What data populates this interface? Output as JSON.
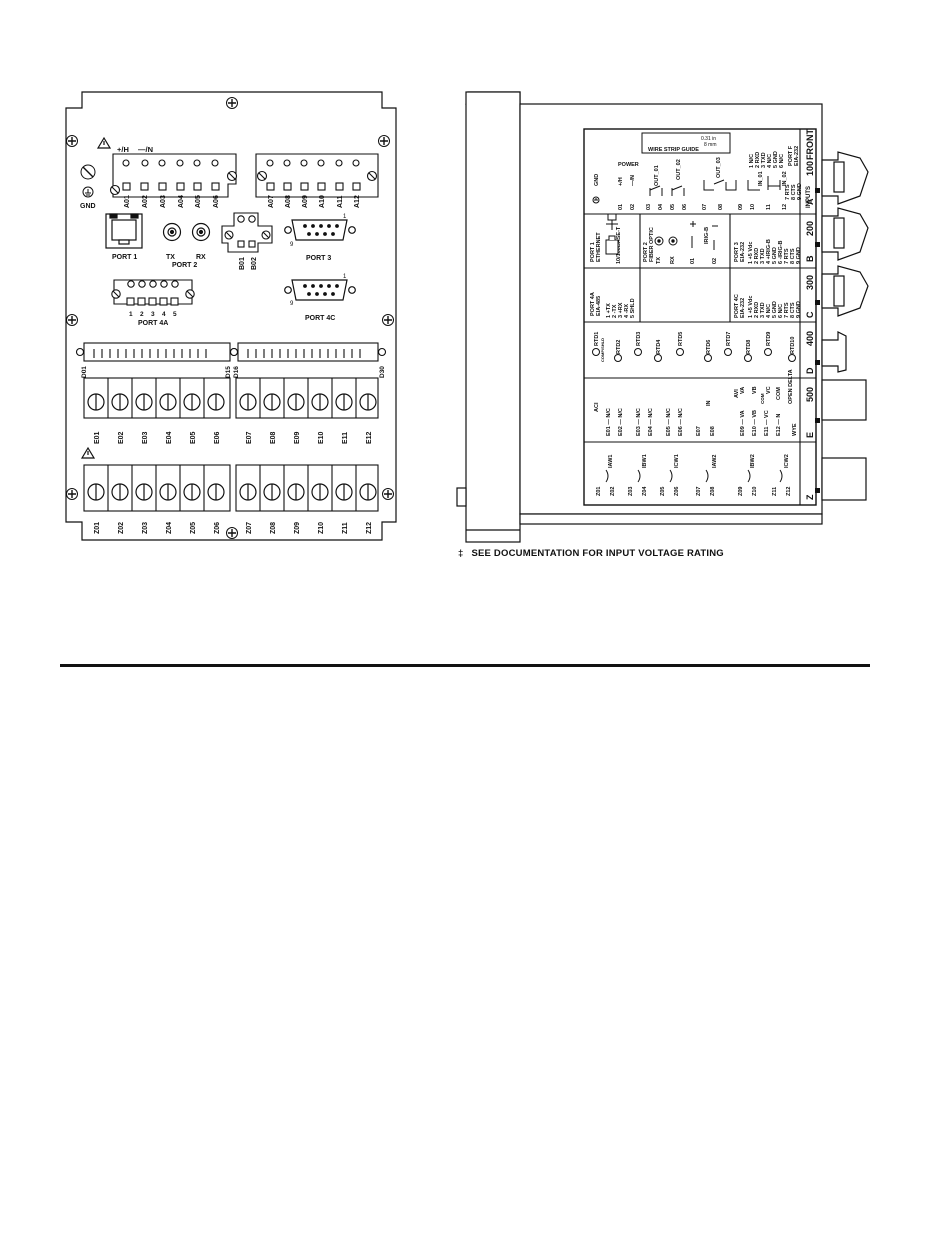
{
  "rear": {
    "power_plus": "+/H",
    "power_minus": "—/N",
    "gnd": "GND",
    "a_left": [
      "A01",
      "A02",
      "A03",
      "A04",
      "A05",
      "A06"
    ],
    "a_right": [
      "A07",
      "A08",
      "A09",
      "A10",
      "A11",
      "A12"
    ],
    "port1": "PORT 1",
    "tx": "TX",
    "rx": "RX",
    "port2": "PORT 2",
    "b01": "B01",
    "b02": "B02",
    "port3": "PORT 3",
    "port3_pin1": "1",
    "port3_pin9": "9",
    "port4a": "PORT 4A",
    "port4a_pins": [
      "1",
      "2",
      "3",
      "4",
      "5"
    ],
    "port4c": "PORT 4C",
    "port4c_pin1": "1",
    "port4c_pin9": "9",
    "d01": "D01",
    "d15": "D15",
    "d16": "D16",
    "d30": "D30",
    "e_left": [
      "E01",
      "E02",
      "E03",
      "E04",
      "E05",
      "E06"
    ],
    "e_right": [
      "E07",
      "E08",
      "E09",
      "E10",
      "E11",
      "E12"
    ],
    "z_left": [
      "Z01",
      "Z02",
      "Z03",
      "Z04",
      "Z05",
      "Z06"
    ],
    "z_right": [
      "Z07",
      "Z08",
      "Z09",
      "Z10",
      "Z11",
      "Z12"
    ]
  },
  "side": {
    "front": "FRONT",
    "slots": [
      {
        "num": "100",
        "letter": "A"
      },
      {
        "num": "200",
        "letter": "B"
      },
      {
        "num": "300",
        "letter": "C"
      },
      {
        "num": "400",
        "letter": "D"
      },
      {
        "num": "500",
        "letter": "E"
      },
      {
        "num": "",
        "letter": "Z"
      }
    ],
    "inputs": "INPUTS",
    "port_f": "PORT F",
    "eia232": "EIA-232",
    "port_f_pins": [
      "1 N/C",
      "2 RXD",
      "3 TXD",
      "4 N/C",
      "5 GND",
      "6 N/C",
      "7 RTS",
      "8 CTS",
      "9 GND"
    ],
    "wire_strip_guide": "WIRE STRIP GUIDE",
    "strip_length": "0.31 in",
    "strip_mm": "8 mm",
    "power": "POWER",
    "gnd": "GND",
    "plus_h": "+/H",
    "minus_n": "—/N",
    "out01": "OUT_01",
    "out02": "OUT_02",
    "out03": "OUT_03",
    "in01": "IN_01",
    "in02": "IN_02",
    "a_nums": [
      "01",
      "02",
      "03",
      "04",
      "05",
      "06",
      "07",
      "08",
      "09",
      "10",
      "11",
      "12"
    ],
    "port1": "PORT 1",
    "ethernet": "ETHERNET",
    "tenbase": "10/100BASE-T",
    "port2": "PORT 2",
    "fiber": "FIBER OPTIC",
    "tx": "TX",
    "rx": "RX",
    "irig": "IRIG-B",
    "b01": "01",
    "b02": "02",
    "port3": "PORT 3",
    "port3_pins": [
      "1 +5 Vdc",
      "2 RXD",
      "3 TXD",
      "4 +IRIG-B",
      "5 GND",
      "6 -IRIG-B",
      "7 RTS",
      "8 CTS",
      "9 GND"
    ],
    "port4a": "PORT 4A",
    "eia485": "EIA-485",
    "port4a_pins": [
      "1 +TX",
      "2 -TX",
      "3 +RX",
      "4 -RX",
      "5 SHLD"
    ],
    "port4c": "PORT 4C",
    "port4c_pins": [
      "1 +5 Vdc",
      "2 RXD",
      "3 TXD",
      "4 N/C",
      "5 GND",
      "6 N/C",
      "7 RTS",
      "8 CTS",
      "9 GND"
    ],
    "rtds": [
      "RTD1",
      "RTD2",
      "RTD3",
      "RTD4",
      "RTD5",
      "RTD6",
      "RTD7",
      "RTD8",
      "RTD9",
      "RTD10"
    ],
    "comp_shld": "COMP/SHLD",
    "aci": "ACI",
    "avi": "AVI",
    "e_rows": [
      "E01 — N/C",
      "E02 — N/C",
      "E03 — N/C",
      "E04 — N/C",
      "E05 — N/C",
      "E06 — N/C"
    ],
    "e07": "E07",
    "e08": "E08",
    "in_label": "IN",
    "avi_rows": [
      "E09 — VA",
      "E10 — VB",
      "E11 — VC",
      "E12 — N"
    ],
    "va": "VA",
    "vb": "VB",
    "com": "COM",
    "vc": "VC",
    "wye": "WYE",
    "open_delta": "OPEN DELTA",
    "z_rows": [
      "Z01",
      "Z02",
      "Z03",
      "Z04",
      "Z05",
      "Z06",
      "Z07",
      "Z08",
      "Z09",
      "Z10",
      "Z11",
      "Z12"
    ],
    "currents": [
      "IAW1",
      "IBW1",
      "ICW1",
      "IAW2",
      "IBW2",
      "ICW2"
    ]
  },
  "footnote": {
    "symbol": "‡",
    "text": "SEE DOCUMENTATION FOR INPUT VOLTAGE RATING"
  }
}
